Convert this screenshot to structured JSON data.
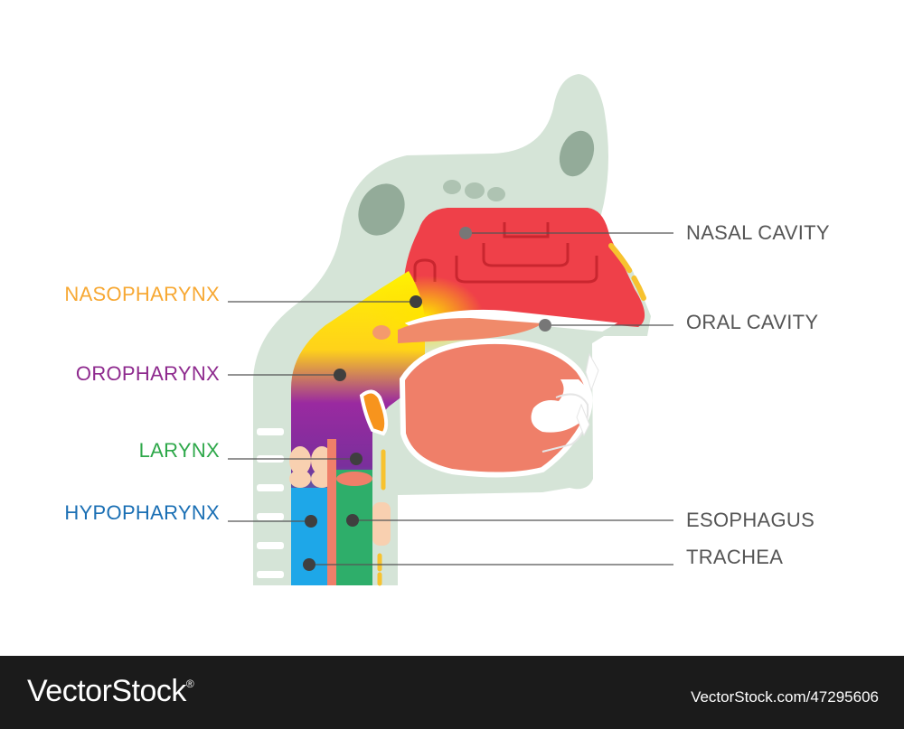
{
  "labels": {
    "nasopharynx": "NASOPHARYNX",
    "oropharynx": "OROPHARYNX",
    "larynx": "LARYNX",
    "hypopharynx": "HYPOPHARYNX",
    "nasal_cavity": "NASAL CAVITY",
    "oral_cavity": "ORAL CAVITY",
    "esophagus": "ESOPHAGUS",
    "trachea": "TRACHEA"
  },
  "colors": {
    "nasopharynx": "#f7a833",
    "oropharynx": "#8e2a8e",
    "larynx": "#2ea84a",
    "hypopharynx": "#1a6fb4",
    "right_labels": "#555555",
    "head": "#d5e4d7",
    "nasal": "#ef4049",
    "tongue": "#ef7f69",
    "trachea": "#1ea7e8",
    "esophagus": "#2eae6a"
  },
  "footer": {
    "brand": "VectorStock",
    "registered": "®",
    "image_id": "VectorStock.com/47295606"
  }
}
